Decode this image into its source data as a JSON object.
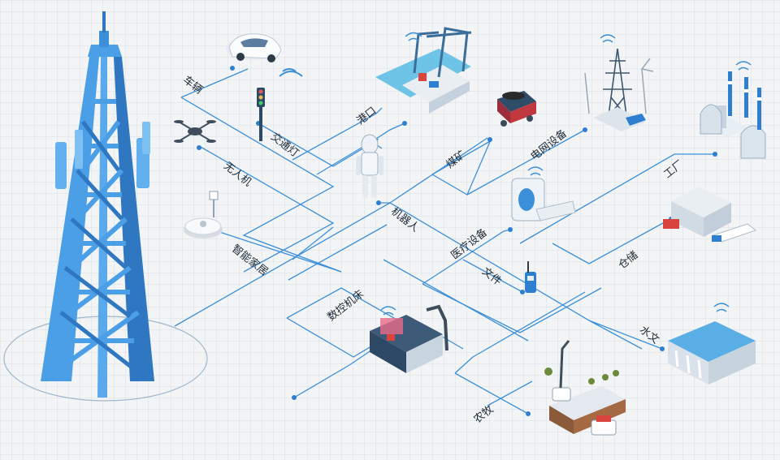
{
  "labels": {
    "vehicle": "车辆",
    "traffic_light": "交通灯",
    "drone": "无人机",
    "smart_home": "智能家居",
    "port": "港口",
    "robot": "机器人",
    "coal_mine": "煤矿",
    "grid_equipment": "电网设备",
    "medical_equipment": "医疗设备",
    "file": "文件",
    "factory": "工厂",
    "warehouse": "仓储",
    "cnc_machine": "数控机床",
    "hydrology": "水文",
    "agriculture": "农牧"
  },
  "colors": {
    "line": "#3b8fd8",
    "tower": "#4a9fe6",
    "tower_dark": "#2f77c0",
    "node": "#2f7fd0"
  },
  "icons": [
    "cell-tower-icon",
    "car-icon",
    "traffic-light-icon",
    "drone-icon",
    "robot-vacuum-icon",
    "port-crane-icon",
    "robot-icon",
    "coal-cart-icon",
    "power-grid-icon",
    "medical-scanner-icon",
    "walkie-talkie-icon",
    "factory-icon",
    "warehouse-icon",
    "cnc-machine-icon",
    "hydro-dam-icon",
    "farm-robot-icon"
  ]
}
